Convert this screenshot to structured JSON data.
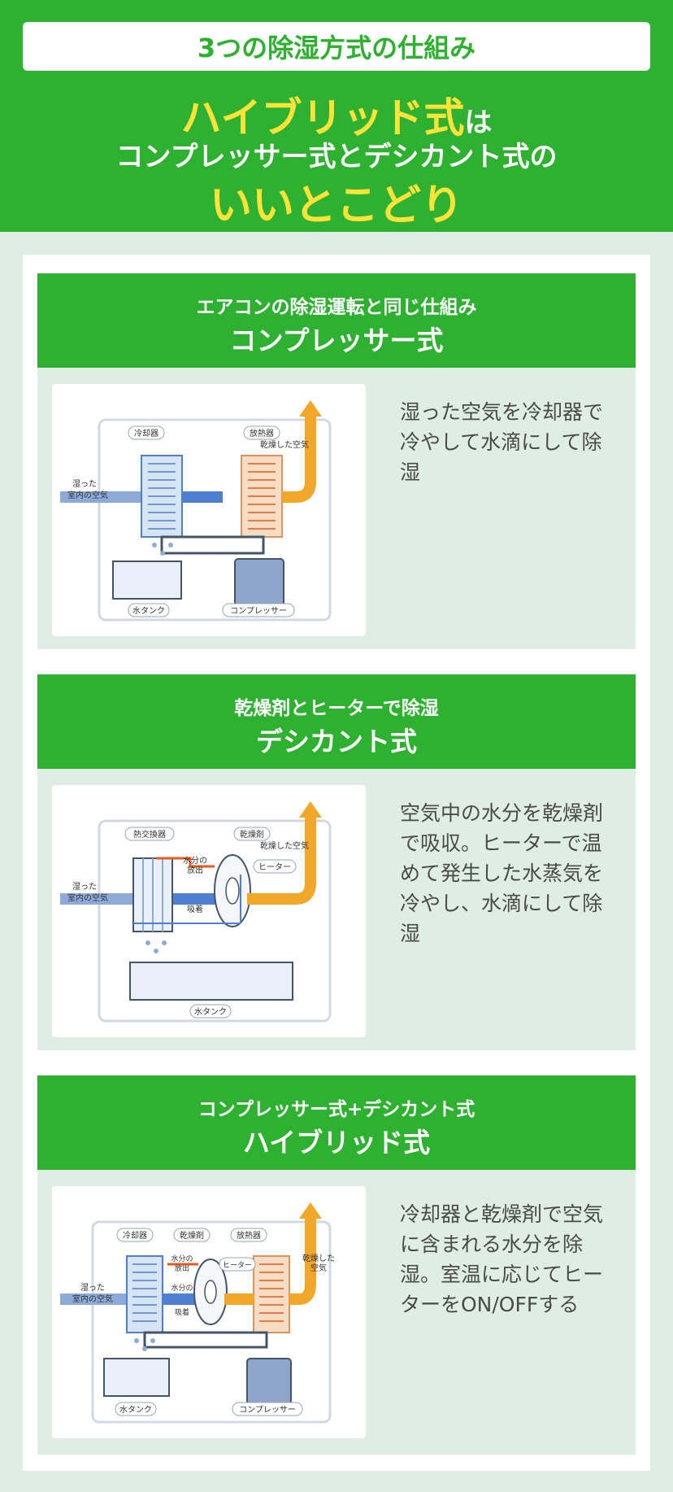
{
  "header": {
    "pill": "3つの除湿方式の仕組み",
    "line1_highlight": "ハイブリッド式",
    "line1_suffix": "は",
    "line2": "コンプレッサー式とデシカント式の",
    "line3": "いいとこどり"
  },
  "sections": [
    {
      "subtitle": "エアコンの除湿運転と同じ仕組み",
      "title": "コンプレッサー式",
      "description": "湿った空気を冷却器で冷やして水滴にして除湿",
      "labels": {
        "cooler": "冷却器",
        "radiator": "放熱器",
        "dry_air": "乾燥した空気",
        "wet_air_1": "湿った",
        "wet_air_2": "室内の空気",
        "tank": "水タンク",
        "compressor": "コンプレッサー"
      }
    },
    {
      "subtitle": "乾燥剤とヒーターで除湿",
      "title": "デシカント式",
      "description": "空気中の水分を乾燥剤で吸収。ヒーターで温めて発生した水蒸気を冷やし、水滴にして除湿",
      "labels": {
        "heat_exchanger": "熱交換器",
        "desiccant": "乾燥剤",
        "dry_air": "乾燥した空気",
        "release_1": "水分の",
        "release_2": "放出",
        "heater": "ヒーター",
        "wet_air_1": "湿った",
        "wet_air_2": "室内の空気",
        "absorb_1": "水分の",
        "absorb_2": "吸着",
        "tank": "水タンク"
      }
    },
    {
      "subtitle": "コンプレッサー式+デシカント式",
      "title": "ハイブリッド式",
      "description": "冷却器と乾燥剤で空気に含まれる水分を除湿。室温に応じてヒーターをON/OFFする",
      "labels": {
        "cooler": "冷却器",
        "desiccant": "乾燥剤",
        "radiator": "放熱器",
        "dry_air_1": "乾燥した",
        "dry_air_2": "空気",
        "release_1": "水分の",
        "release_2": "放出",
        "heater": "ヒーター",
        "wet_air_1": "湿った",
        "wet_air_2": "室内の空気",
        "absorb_1": "水分の",
        "absorb_2": "吸着",
        "tank": "水タンク",
        "compressor": "コンプレッサー"
      }
    }
  ],
  "colors": {
    "green": "#2eb131",
    "yellow": "#ffe23a",
    "pale_green": "#dfeee4",
    "orange": "#f0a72a",
    "blue": "#4f7fd0",
    "coil_red": "#e85a20"
  }
}
